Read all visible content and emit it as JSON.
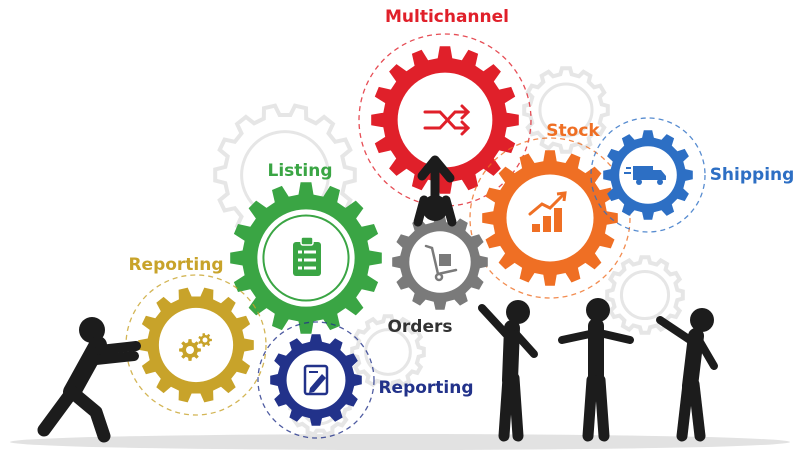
{
  "colors": {
    "multichannel": "#e0202a",
    "listing": "#3aa544",
    "stock": "#ef6f24",
    "shipping": "#2d6fc4",
    "orders": "#7a7a7a",
    "reporting_gold": "#c8a32a",
    "reporting_navy": "#22328a",
    "ghost_gear": "#e6e6e6",
    "figure": "#1c1c1c",
    "floor": "#d8d8d8"
  },
  "gears": [
    {
      "name": "multichannel",
      "label": "Multichannel",
      "icon": "shuffle-arrows-icon"
    },
    {
      "name": "listing",
      "label": "Listing",
      "icon": "clipboard-list-icon"
    },
    {
      "name": "stock",
      "label": "Stock",
      "icon": "bar-chart-growth-icon"
    },
    {
      "name": "shipping",
      "label": "Shipping",
      "icon": "delivery-truck-icon"
    },
    {
      "name": "orders",
      "label": "Orders",
      "icon": "hand-truck-box-icon"
    },
    {
      "name": "reporting-gold",
      "label": "Reporting",
      "icon": "cogs-icon"
    },
    {
      "name": "reporting-navy",
      "label": "Reporting",
      "icon": "document-edit-icon"
    }
  ]
}
